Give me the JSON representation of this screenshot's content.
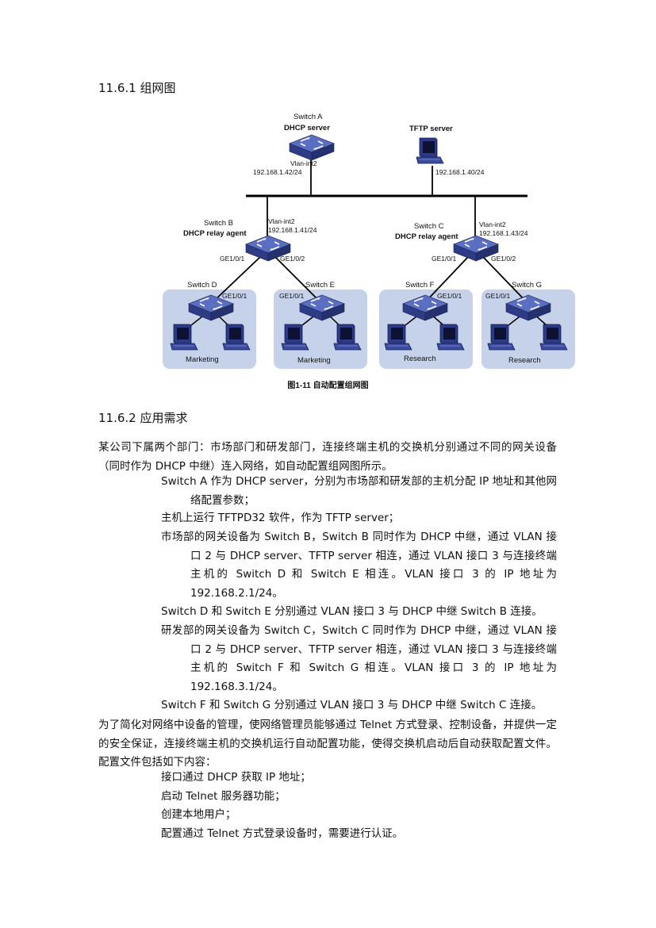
{
  "headings": {
    "h1": "11.6.1 组网图",
    "h2": "11.6.2 应用需求"
  },
  "diagram": {
    "switch_a": {
      "name": "Switch A",
      "role": "DHCP server",
      "iface": "Vlan-int2",
      "ip": "192.168.1.42/24"
    },
    "tftp": {
      "role": "TFTP server",
      "ip": "192.168.1.40/24"
    },
    "switch_b": {
      "name": "Switch B",
      "role": "DHCP relay agent",
      "iface": "Vlan-int2",
      "ip": "192.168.1.41/24",
      "port1": "GE1/0/1",
      "port2": "GE1/0/2"
    },
    "switch_c": {
      "name": "Switch C",
      "role": "DHCP relay agent",
      "iface": "Vlan-int2",
      "ip": "192.168.1.43/24",
      "port1": "GE1/0/1",
      "port2": "GE1/0/2"
    },
    "switch_d": {
      "name": "Switch D",
      "port": "GE1/0/1",
      "group": "Marketing"
    },
    "switch_e": {
      "name": "Switch E",
      "port": "GE1/0/1",
      "group": "Marketing"
    },
    "switch_f": {
      "name": "Switch F",
      "port": "GE1/0/1",
      "group": "Research"
    },
    "switch_g": {
      "name": "Switch G",
      "port": "GE1/0/1",
      "group": "Research"
    },
    "caption": "图1-11 自动配置组网图"
  },
  "body": {
    "p1": "某公司下属两个部门：市场部门和研发部门，连接终端主机的交换机分别通过不同的网关设备（同时作为 DHCP 中继）连入网络，如自动配置组网图所示。",
    "b1": "Switch A 作为 DHCP server，分别为市场部和研发部的主机分配 IP 地址和其他网络配置参数；",
    "b2": "主机上运行 TFTPD32 软件，作为 TFTP server；",
    "b3": "市场部的网关设备为 Switch B，Switch B 同时作为 DHCP 中继，通过 VLAN 接口 2 与 DHCP server、TFTP server 相连，通过 VLAN 接口 3 与连接终端主机的 Switch D 和 Switch E 相连。VLAN 接口 3 的 IP 地址为 192.168.2.1/24。",
    "b4": "Switch D 和 Switch E 分别通过 VLAN 接口 3 与 DHCP 中继 Switch B 连接。",
    "b5": "研发部的网关设备为 Switch C，Switch C 同时作为 DHCP 中继，通过 VLAN 接口 2 与 DHCP server、TFTP server 相连，通过 VLAN 接口 3 与连接终端主机的 Switch F 和 Switch G 相连。VLAN 接口 3 的 IP 地址为 192.168.3.1/24。",
    "b6": "Switch F 和 Switch G 分别通过 VLAN 接口 3 与 DHCP 中继 Switch C 连接。",
    "p2": "为了简化对网络中设备的管理，使网络管理员能够通过 Telnet 方式登录、控制设备，并提供一定的安全保证，连接终端主机的交换机运行自动配置功能，使得交换机启动后自动获取配置文件。配置文件包括如下内容：",
    "c1": "接口通过 DHCP 获取 IP 地址；",
    "c2": "启动 Telnet 服务器功能；",
    "c3": "创建本地用户；",
    "c4": "配置通过 Telnet 方式登录设备时，需要进行认证。"
  }
}
